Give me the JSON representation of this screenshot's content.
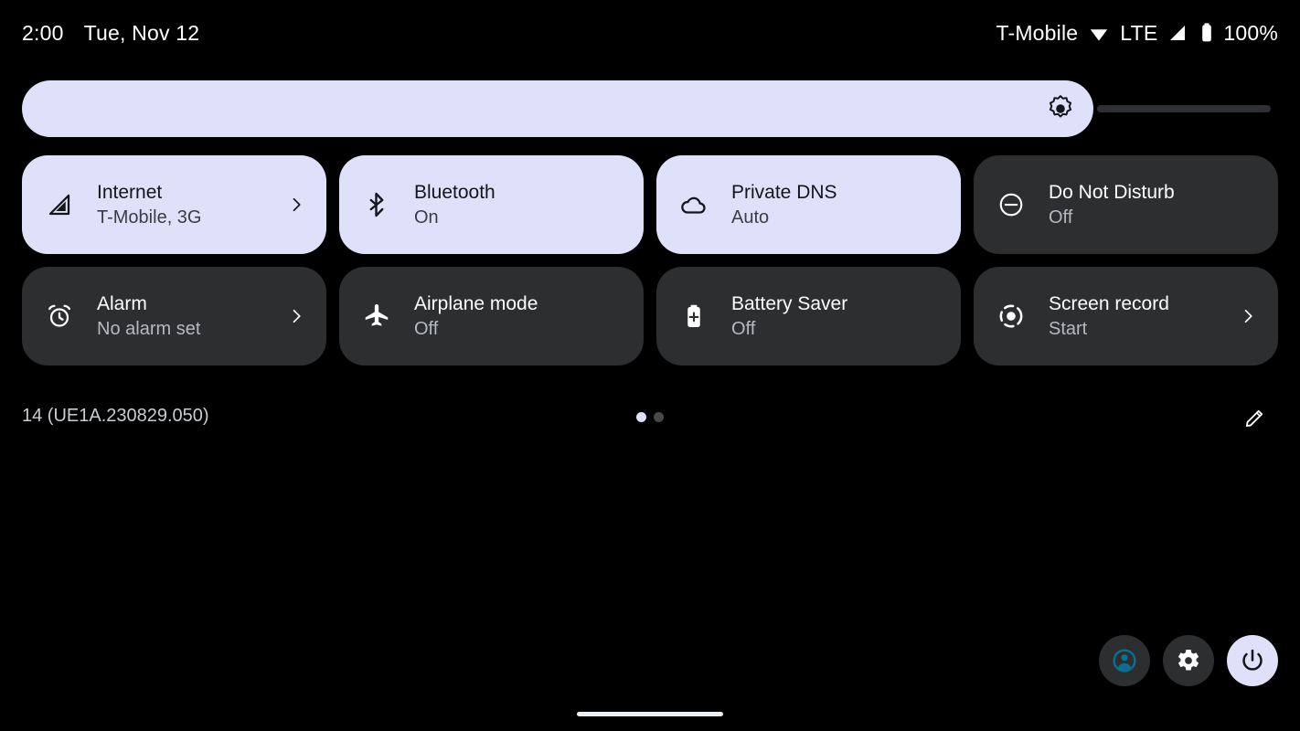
{
  "status_bar": {
    "clock": "2:00",
    "date": "Tue, Nov 12",
    "carrier": "T-Mobile",
    "network_type": "LTE",
    "battery_percent": "100%",
    "icons": [
      "wifi-icon",
      "signal-bars-icon",
      "battery-icon"
    ]
  },
  "brightness": {
    "name": "brightness-slider",
    "icon": "brightness-icon",
    "value_percent": 85,
    "fill_color": "#dee1f9",
    "track_color": "#2e3033"
  },
  "tiles": [
    {
      "title": "Internet",
      "subtitle": "T-Mobile, 3G",
      "icon": "signal-bars-icon",
      "state": "active",
      "has_chevron": true
    },
    {
      "title": "Bluetooth",
      "subtitle": "On",
      "icon": "bluetooth-icon",
      "state": "active",
      "has_chevron": false
    },
    {
      "title": "Private DNS",
      "subtitle": "Auto",
      "icon": "cloud-icon",
      "state": "active",
      "has_chevron": false
    },
    {
      "title": "Do Not Disturb",
      "subtitle": "Off",
      "icon": "do-not-disturb-icon",
      "state": "inactive",
      "has_chevron": false
    },
    {
      "title": "Alarm",
      "subtitle": "No alarm set",
      "icon": "alarm-clock-icon",
      "state": "inactive",
      "has_chevron": true
    },
    {
      "title": "Airplane mode",
      "subtitle": "Off",
      "icon": "airplane-icon",
      "state": "inactive",
      "has_chevron": false
    },
    {
      "title": "Battery Saver",
      "subtitle": "Off",
      "icon": "battery-plus-icon",
      "state": "inactive",
      "has_chevron": false
    },
    {
      "title": "Screen record",
      "subtitle": "Start",
      "icon": "screen-record-icon",
      "state": "inactive",
      "has_chevron": true
    }
  ],
  "footer": {
    "build_label": "14 (UE1A.230829.050)",
    "page_dots": {
      "count": 2,
      "active_index": 0
    },
    "edit_icon": "pencil-icon"
  },
  "actions": [
    {
      "name": "user-switcher-button",
      "icon": "user-avatar-icon",
      "style": "dark",
      "icon_color": "#0d6e91"
    },
    {
      "name": "settings-button",
      "icon": "gear-icon",
      "style": "dark",
      "icon_color": "#ffffff"
    },
    {
      "name": "power-button",
      "icon": "power-icon",
      "style": "light",
      "icon_color": "#14161c"
    }
  ],
  "home_indicator": {
    "name": "home-indicator",
    "color": "#eceff1"
  },
  "theme": {
    "background": "#000000",
    "tile_active_bg": "#dee1f9",
    "tile_inactive_bg": "#2c2e30",
    "accent": "#dee1f9"
  }
}
